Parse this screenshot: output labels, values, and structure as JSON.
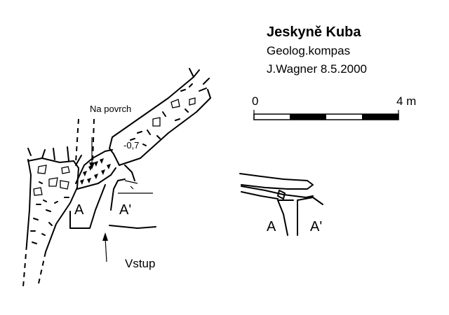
{
  "header": {
    "title": "Jeskyně Kuba",
    "method": "Geolog.kompas",
    "author_date": "J.Wagner  8.5.2000"
  },
  "scale": {
    "start_label": "0",
    "end_label": "4 m"
  },
  "plan": {
    "surface_label": "Na povrch",
    "depth_label": "-0,7",
    "entrance_label": "Vstup",
    "section_left_label": "A",
    "section_right_label": "A'"
  },
  "profile": {
    "section_left_label": "A",
    "section_right_label": "A'"
  }
}
